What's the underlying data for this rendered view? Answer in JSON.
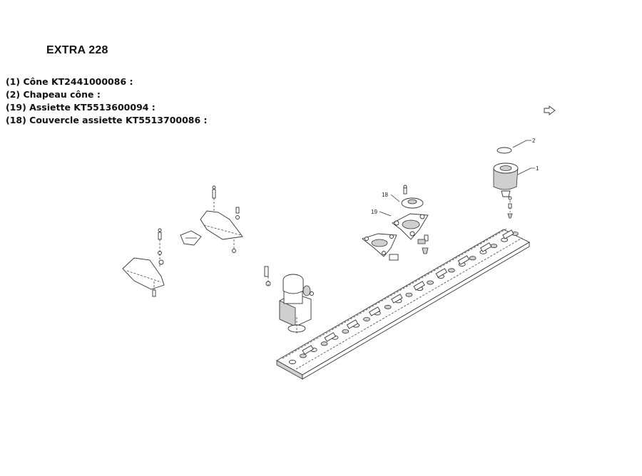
{
  "title": "EXTRA 228",
  "parts": [
    {
      "label": "(1) Cône KT2441000086 :"
    },
    {
      "label": "(2) Chapeau cône :"
    },
    {
      "label": "(19) Assiette KT5513600094 :"
    },
    {
      "label": "(18) Couvercle assiette KT5513700086 :"
    }
  ],
  "callouts": {
    "c1": "1",
    "c2": "2",
    "c18": "18",
    "c19": "19"
  },
  "icons": {
    "arrow": "arrow-icon"
  }
}
